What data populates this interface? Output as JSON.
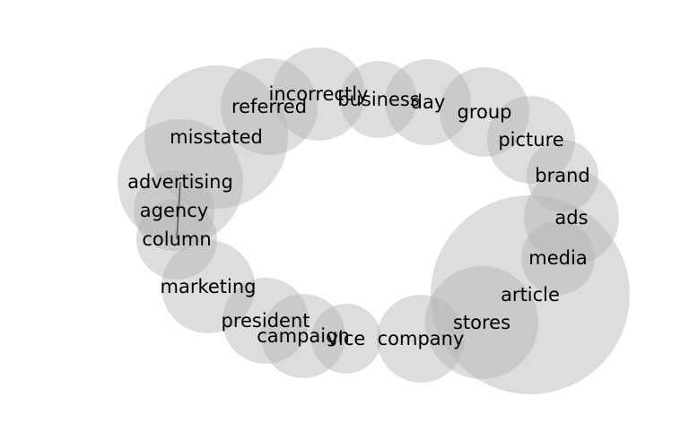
{
  "diagram": {
    "type": "word-bubble-ring",
    "bubble_color": "#b4b4b4",
    "text_color": "#000000",
    "words": [
      {
        "id": "misstated",
        "label": "misstated"
      },
      {
        "id": "referred",
        "label": "referred"
      },
      {
        "id": "incorrectly",
        "label": "incorrectly"
      },
      {
        "id": "business",
        "label": "business"
      },
      {
        "id": "day",
        "label": "day"
      },
      {
        "id": "group",
        "label": "group"
      },
      {
        "id": "picture",
        "label": "picture"
      },
      {
        "id": "brand",
        "label": "brand"
      },
      {
        "id": "ads",
        "label": "ads"
      },
      {
        "id": "media",
        "label": "media"
      },
      {
        "id": "article",
        "label": "article"
      },
      {
        "id": "stores",
        "label": "stores"
      },
      {
        "id": "company",
        "label": "company"
      },
      {
        "id": "vice",
        "label": "vice"
      },
      {
        "id": "campaign",
        "label": "campaign"
      },
      {
        "id": "president",
        "label": "president"
      },
      {
        "id": "marketing",
        "label": "marketing"
      },
      {
        "id": "column",
        "label": "column"
      },
      {
        "id": "agency",
        "label": "agency"
      },
      {
        "id": "advertising",
        "label": "advertising"
      }
    ],
    "edges": [
      {
        "from": "advertising",
        "to": "column"
      }
    ]
  }
}
